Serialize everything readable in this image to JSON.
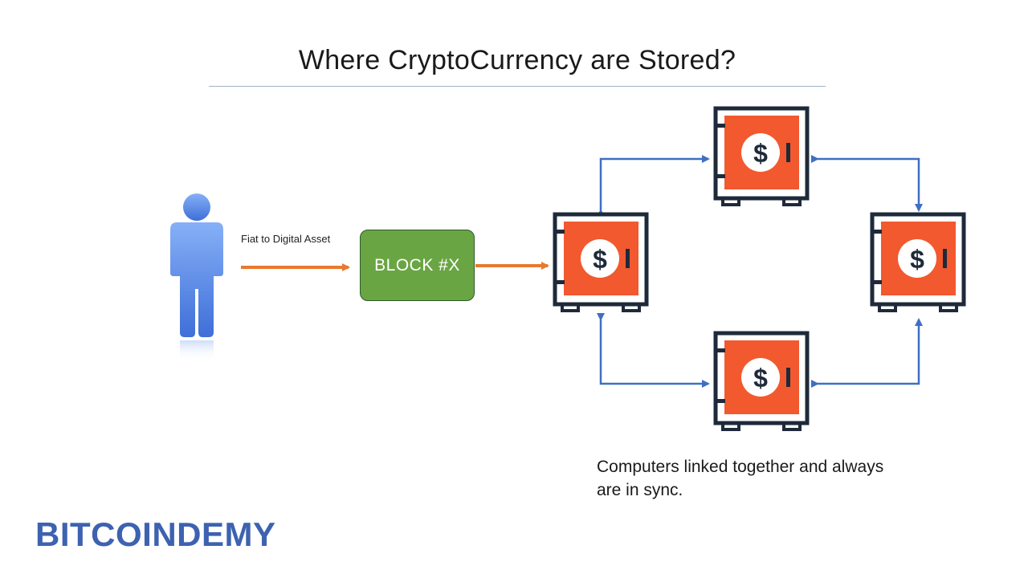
{
  "title": "Where CryptoCurrency are Stored?",
  "edge_label": "Fiat to Digital Asset",
  "block_label": "BLOCK #X",
  "safe_symbol": "$",
  "caption_line1": "Computers linked together and always",
  "caption_line2": "are in sync.",
  "brand": "BITCOINDEMY",
  "colors": {
    "arrow_orange": "#e8792e",
    "arrow_blue": "#3f6fc4",
    "block_green": "#6aa544",
    "safe_orange": "#f2592f",
    "safe_frame": "#1e2a3a",
    "person_blue": "#4f86e8",
    "brand_blue": "#3d62b0"
  },
  "icons": {
    "person": "person-icon",
    "safe": "safe-icon"
  }
}
